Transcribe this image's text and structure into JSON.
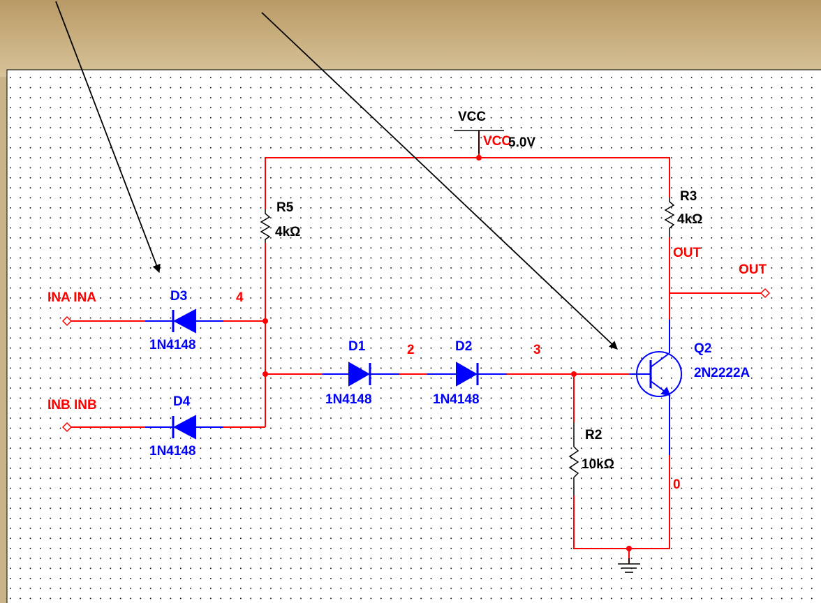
{
  "colors": {
    "wire": "#ff0000",
    "part": "#0000ff",
    "black": "#000000",
    "grid_dot": "#000000",
    "canvas": "#ffffff"
  },
  "vcc": {
    "label": "VCC",
    "net_label": "VCC",
    "value": "5.0V"
  },
  "r5": {
    "ref": "R5",
    "value": "4kΩ"
  },
  "r3": {
    "ref": "R3",
    "value": "4kΩ"
  },
  "r2": {
    "ref": "R2",
    "value": "10kΩ"
  },
  "d3": {
    "ref": "D3",
    "part": "1N4148"
  },
  "d4": {
    "ref": "D4",
    "part": "1N4148"
  },
  "d1": {
    "ref": "D1",
    "part": "1N4148"
  },
  "d2": {
    "ref": "D2",
    "part": "1N4148"
  },
  "q2": {
    "ref": "Q2",
    "part": "2N2222A"
  },
  "nets": {
    "n4": "4",
    "n2": "2",
    "n3": "3",
    "n0": "0",
    "out": "OUT"
  },
  "ports": {
    "ina": "INA INA",
    "inb": "INB INB",
    "out": "OUT"
  },
  "annotation_icons": [
    "arrow-icon",
    "arrow-icon"
  ]
}
